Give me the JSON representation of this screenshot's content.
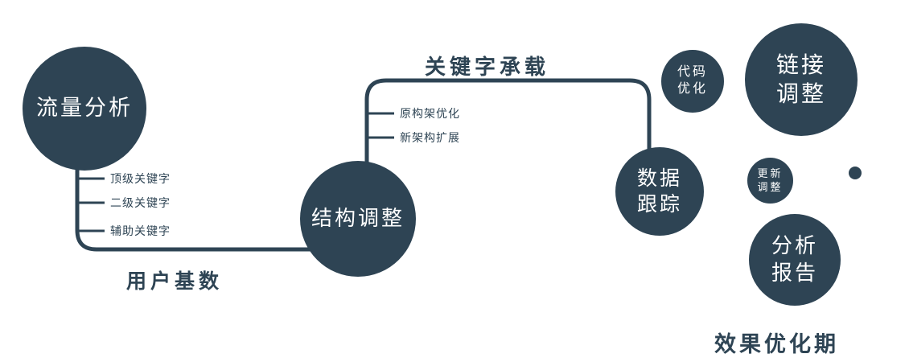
{
  "colors": {
    "primary": "#2e4454",
    "node_text": "#ffffff",
    "background": "#ffffff"
  },
  "nodes": {
    "traffic_analysis": {
      "label": "流量分析"
    },
    "structure_adjustment": {
      "label": "结构调整"
    },
    "data_tracking": {
      "line1": "数据",
      "line2": "跟踪"
    },
    "code_optimization": {
      "line1": "代码",
      "line2": "优化"
    },
    "link_adjustment": {
      "line1": "链接",
      "line2": "调整"
    },
    "update_adjustment": {
      "line1": "更新",
      "line2": "调整"
    },
    "analysis_report": {
      "line1": "分析",
      "line2": "报告"
    }
  },
  "keyword_branches": [
    "顶级关键字",
    "二级关键字",
    "辅助关键字"
  ],
  "architecture_branches": [
    "原构架优化",
    "新架构扩展"
  ],
  "edge_labels": {
    "user_base": "用户基数",
    "keyword_carry": "关键字承载"
  },
  "caption": {
    "phase": "效果优化期"
  }
}
